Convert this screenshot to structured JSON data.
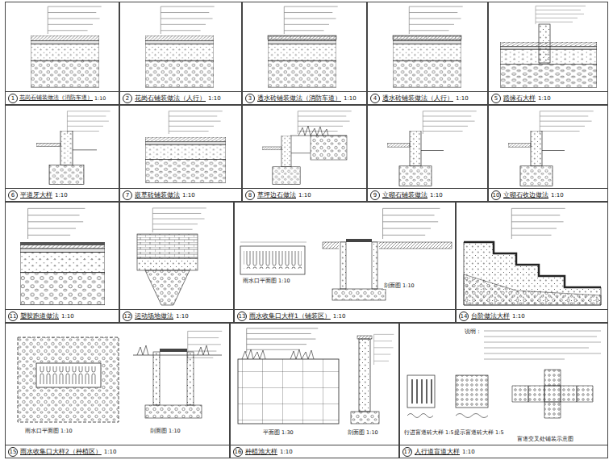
{
  "diagram": {
    "nodes": [
      {
        "text": [
          "1",
          "花岗石铺装做法（消防车道）",
          "1:10"
        ]
      },
      {
        "text": [
          "2",
          "花岗石铺装做法（人行）",
          "1:10"
        ]
      },
      {
        "text": [
          "3",
          "透水砖铺装做法（消防车道）",
          "1:10"
        ]
      },
      {
        "text": [
          "4",
          "透水砖铺装做法（人行）",
          "1:10"
        ]
      },
      {
        "text": [
          "5",
          "路缘石大样",
          "1:10"
        ]
      },
      {
        "text": [
          "6",
          "平道牙大样",
          "1:10"
        ]
      },
      {
        "text": [
          "7",
          "嵌草砖铺装做法",
          "1:10"
        ]
      },
      {
        "text": [
          "8",
          "草坪边石做法",
          "1:10"
        ]
      },
      {
        "text": [
          "9",
          "立砌石铺装做法",
          "1:10"
        ]
      },
      {
        "text": [
          "10",
          "立砌石收边做法",
          "1:10"
        ]
      },
      {
        "text": [
          "11",
          "塑胶跑道做法",
          "1:10"
        ]
      },
      {
        "text": [
          "12",
          "运动场地做法",
          "1:10"
        ]
      },
      {
        "text": [
          "13",
          "雨水收集口大样1（铺装区）",
          "1:10"
        ]
      },
      {
        "text": [
          "14",
          "台阶做法大样",
          "1:10"
        ]
      },
      {
        "text": [
          "15",
          "雨水收集口大样2（种植区）",
          "1:10"
        ]
      },
      {
        "text": [
          "16",
          "种植池大样",
          "1:10"
        ]
      },
      {
        "text": [
          "17",
          "人行道盲道大样",
          "1:10"
        ]
      }
    ],
    "labels": [
      "雨水口平面图 1:10",
      "剖面图 1:10",
      "雨水口平面图 1:10",
      "剖面图 1:10",
      "平面图 1:30",
      "剖面图 1:10",
      "行进盲道砖大样 1:5",
      "提示盲道砖大样 1:5",
      "盲道交叉处铺装示意图",
      "说明："
    ]
  }
}
